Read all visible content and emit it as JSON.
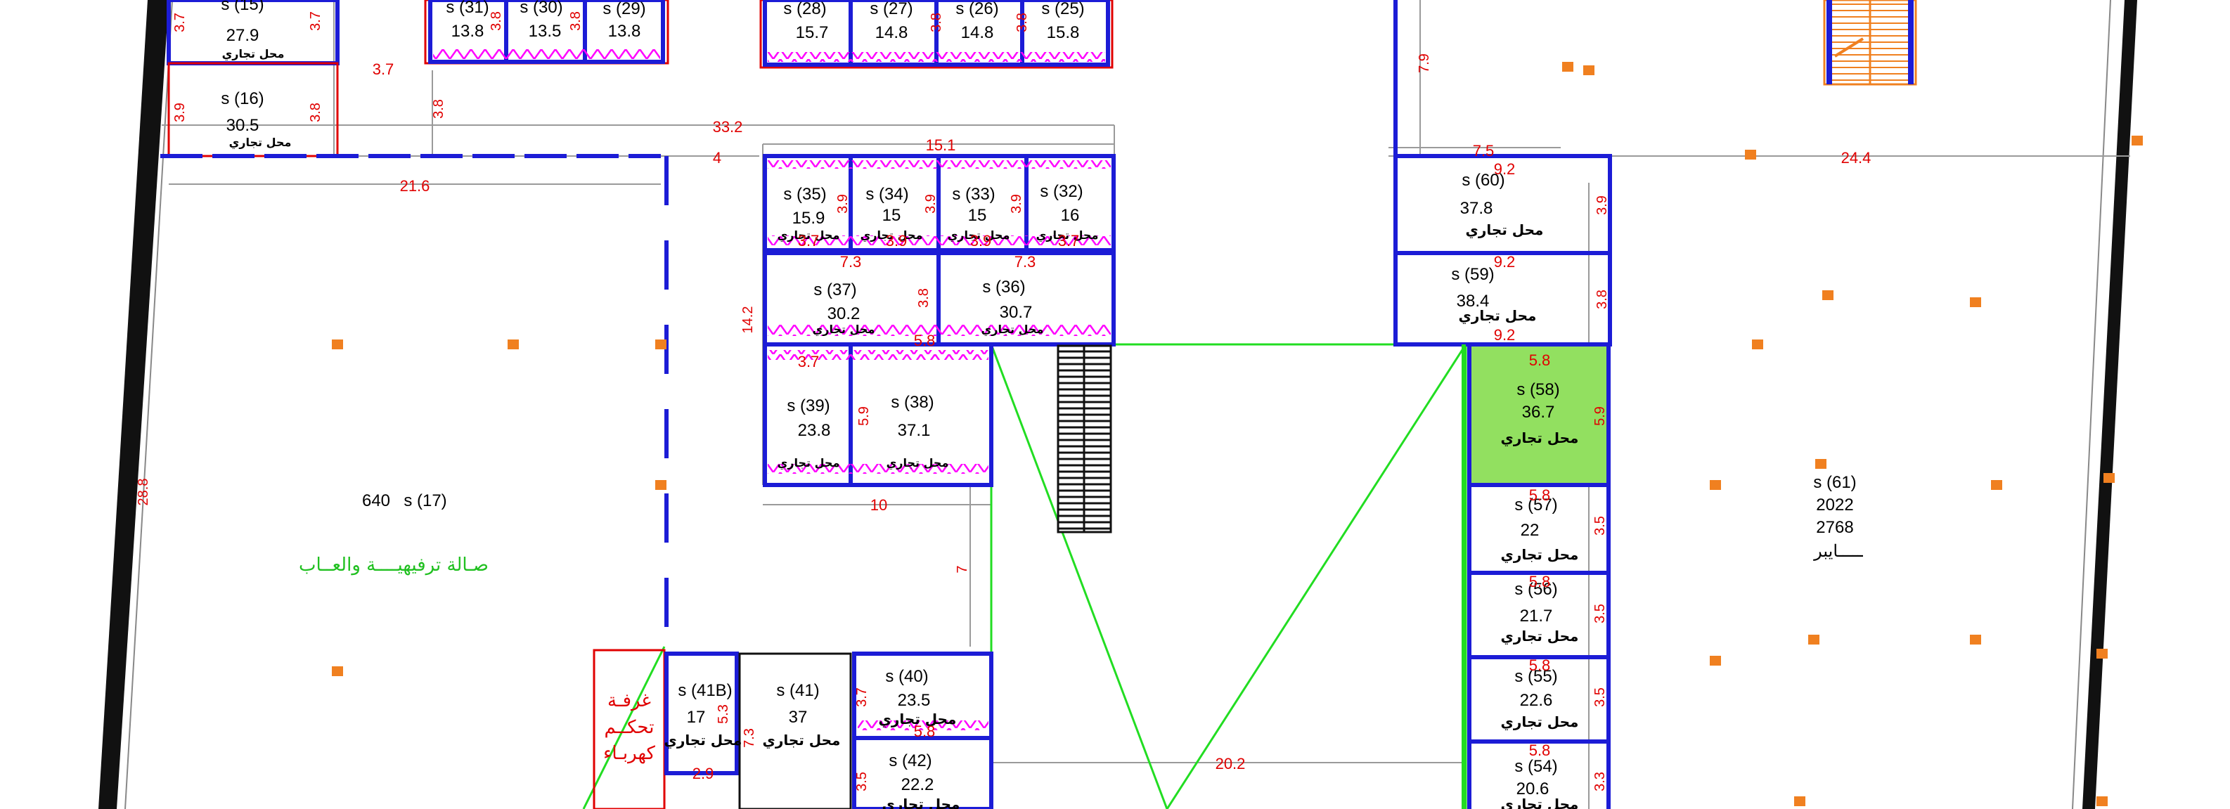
{
  "colors": {
    "wall": "#1c1cd6",
    "dim_line": "#9a9a9a",
    "dim_text": "#e00000",
    "zigzag": "#ff00ff",
    "highlight_fill": "#92e060",
    "green_line": "#22dd22",
    "orange_marker": "#f08020"
  },
  "units": [
    {
      "id": "s15",
      "label": "s (15)",
      "area": "27.9",
      "use": "محل تجاري"
    },
    {
      "id": "s16",
      "label": "s (16)",
      "area": "30.5",
      "use": "محل تجاري"
    },
    {
      "id": "s31",
      "label": "s (31)",
      "area": "13.8"
    },
    {
      "id": "s30",
      "label": "s (30)",
      "area": "13.5"
    },
    {
      "id": "s29",
      "label": "s (29)",
      "area": "13.8"
    },
    {
      "id": "s28",
      "label": "s (28)",
      "area": "15.7"
    },
    {
      "id": "s27",
      "label": "s (27)",
      "area": "14.8"
    },
    {
      "id": "s26",
      "label": "s (26)",
      "area": "14.8"
    },
    {
      "id": "s25",
      "label": "s (25)",
      "area": "15.8"
    },
    {
      "id": "s35",
      "label": "s (35)",
      "area": "15.9",
      "use": "محل تجاري"
    },
    {
      "id": "s34",
      "label": "s (34)",
      "area": "15",
      "use": "محل تجاري"
    },
    {
      "id": "s33",
      "label": "s (33)",
      "area": "15",
      "use": "محل تجاري"
    },
    {
      "id": "s32",
      "label": "s (32)",
      "area": "16",
      "use": "محل تجاري"
    },
    {
      "id": "s37",
      "label": "s (37)",
      "area": "30.2",
      "use": "محل تجاري"
    },
    {
      "id": "s36",
      "label": "s (36)",
      "area": "30.7",
      "use": "محل تجاري"
    },
    {
      "id": "s39",
      "label": "s (39)",
      "area": "23.8",
      "use": "محل تجاري"
    },
    {
      "id": "s38",
      "label": "s (38)",
      "area": "37.1",
      "use": "محل تجاري"
    },
    {
      "id": "s60",
      "label": "s (60)",
      "area": "37.8",
      "use": "محل تجاري"
    },
    {
      "id": "s59",
      "label": "s (59)",
      "area": "38.4",
      "use": "محل تجاري"
    },
    {
      "id": "s58",
      "label": "s (58)",
      "area": "36.7",
      "use": "محل تجاري"
    },
    {
      "id": "s57",
      "label": "s (57)",
      "area": "22",
      "use": "محل تجاري"
    },
    {
      "id": "s56",
      "label": "s (56)",
      "area": "21.7",
      "use": "محل تجاري"
    },
    {
      "id": "s55",
      "label": "s (55)",
      "area": "22.6",
      "use": "محل تجاري"
    },
    {
      "id": "s54",
      "label": "s (54)",
      "area": "20.6",
      "use": "محل تجاري"
    },
    {
      "id": "s41B",
      "label": "s (41B)",
      "area": "17",
      "use": "محل تجاري"
    },
    {
      "id": "s41",
      "label": "s (41)",
      "area": "37",
      "use": "محل تجاري"
    },
    {
      "id": "s40",
      "label": "s (40)",
      "area": "23.5",
      "use": "محل تجاري"
    },
    {
      "id": "s42",
      "label": "s (42)",
      "area": "22.2",
      "use": "محل تجاري"
    }
  ],
  "hall": {
    "label": "s (17)",
    "area": "640",
    "name": "صـالة ترفيهيــــة والعــاب"
  },
  "control_room": {
    "lines": [
      "غرفـة",
      "تحكــم",
      "كهربـاء"
    ]
  },
  "supermarket": {
    "label": "s (61)",
    "value1": "2022",
    "value2": "2768",
    "name": "ـــــايبر"
  },
  "dims": {
    "d_3_7a": "3.7",
    "d_3_8a": "3.8",
    "d_3_9a": "3.9",
    "d_3_8b": "3.8",
    "d_3_7b": "3.7",
    "d_3_8c": "3.8",
    "d_3_8d": "3.8",
    "d_3_8e": "3.8",
    "d_3_8f": "3.8",
    "d_3_8g": "3.8",
    "d_33_2": "33.2",
    "d_4": "4",
    "d_21_6": "21.6",
    "d_15_1": "15.1",
    "d_28_8": "28.8",
    "d_3_9b": "3.9",
    "d_3_9c": "3.9",
    "d_3_9d": "3.9",
    "d_3_7c": "3.7",
    "d_3_9e": "3.9",
    "d_3_9f": "3.9",
    "d_3_7d": "3.7",
    "d_7_3a": "7.3",
    "d_7_3b": "7.3",
    "d_3_8h": "3.8",
    "d_14_2": "14.2",
    "d_3_7e": "3.7",
    "d_5_8a": "5.8",
    "d_5_9a": "5.9",
    "d_10": "10",
    "d_7": "7",
    "d_7_9": "7.9",
    "d_7_5": "7.5",
    "d_24_4": "24.4",
    "d_9_2a": "9.2",
    "d_3_9g": "3.9",
    "d_9_2b": "9.2",
    "d_3_8i": "3.8",
    "d_9_2c": "9.2",
    "d_5_8b": "5.8",
    "d_5_9b": "5.9",
    "d_5_8c": "5.8",
    "d_3_5a": "3.5",
    "d_5_8d": "5.8",
    "d_3_5b": "3.5",
    "d_5_8e": "5.8",
    "d_3_5c": "3.5",
    "d_5_8f": "5.8",
    "d_3_3": "3.3",
    "d_5_3": "5.3",
    "d_2_9": "2.9",
    "d_7_3c": "7.3",
    "d_3_7f": "3.7",
    "d_5_8g": "5.8",
    "d_3_5d": "3.5",
    "d_20_2": "20.2"
  }
}
